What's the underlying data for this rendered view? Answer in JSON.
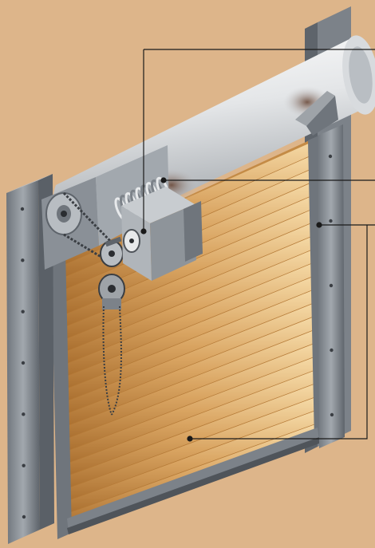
{
  "diagram": {
    "subject": "rolling-door-assembly",
    "colors": {
      "background": "#DDB58A",
      "steel": "#8A9097",
      "steel_dark": "#5E646B",
      "drum_light": "#FFFFFF",
      "drum_mid": "#C9CCCF",
      "slat_light": "#F2D49E",
      "slat_dark": "#B57A37",
      "leader_line": "#1A1A1A"
    },
    "parts": [
      {
        "name": "barrel-drum",
        "label": ""
      },
      {
        "name": "torsion-spring",
        "label": ""
      },
      {
        "name": "gear-operator-box",
        "label": ""
      },
      {
        "name": "guide-rail",
        "label": ""
      },
      {
        "name": "bottom-bar",
        "label": ""
      },
      {
        "name": "chain-hoist",
        "label": ""
      },
      {
        "name": "slat-curtain",
        "label": ""
      }
    ],
    "slat_count": 22
  }
}
